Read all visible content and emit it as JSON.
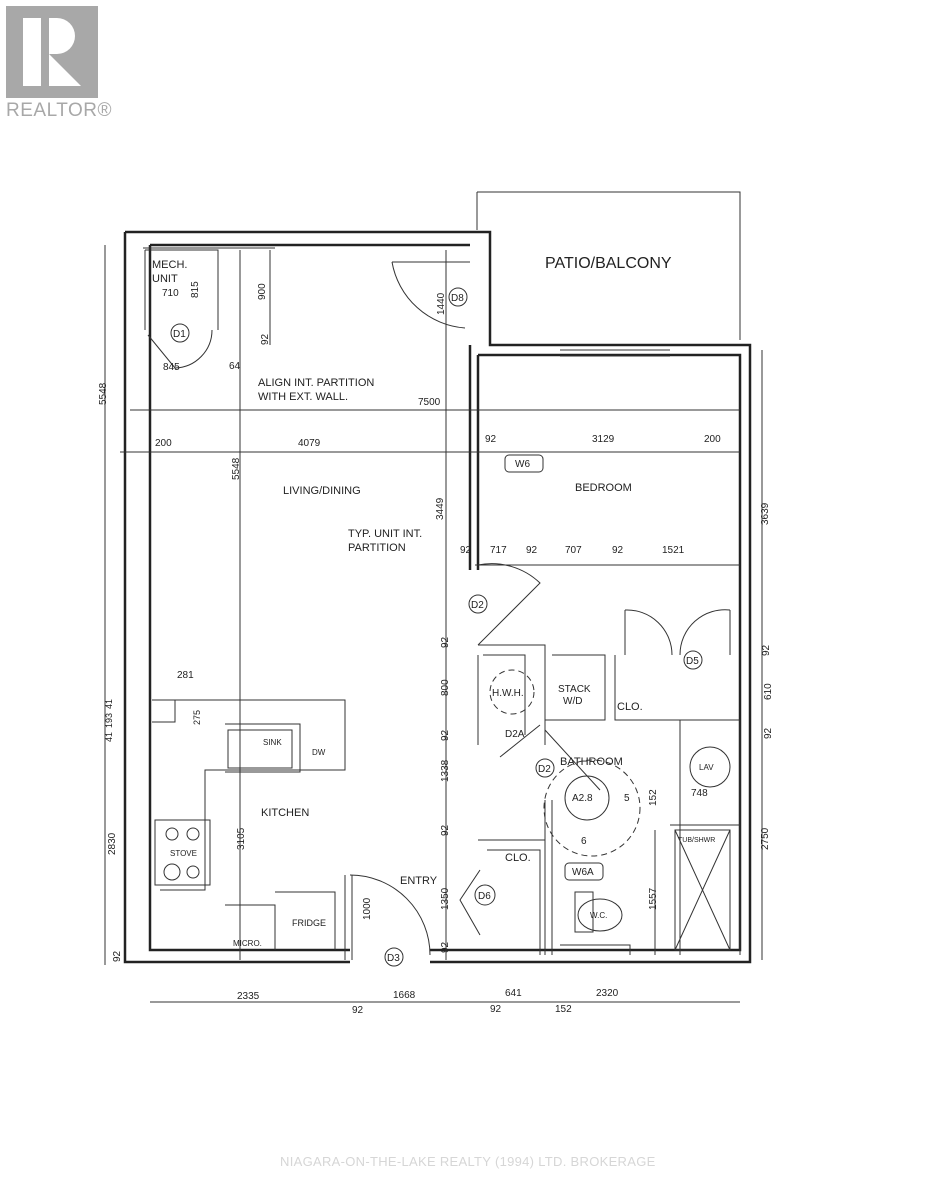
{
  "logo": {
    "text": "REALTOR®"
  },
  "watermark": "NIAGARA-ON-THE-LAKE REALTY (1994) LTD. BROKERAGE",
  "rooms": {
    "patio": "PATIO/BALCONY",
    "living": "LIVING/DINING",
    "bedroom": "BEDROOM",
    "kitchen": "KITCHEN",
    "bathroom": "BATHROOM",
    "entry": "ENTRY",
    "mech1": "MECH.",
    "mech2": "UNIT",
    "clo1": "CLO.",
    "clo2": "CLO."
  },
  "fixtures": {
    "hwh": "H.W.H.",
    "stack1": "STACK",
    "stack2": "W/D",
    "sink": "SINK",
    "dw": "DW",
    "stove": "STOVE",
    "fridge": "FRIDGE",
    "micro": "MICRO.",
    "wc": "W.C.",
    "lav": "LAV",
    "tub": "TUB/SHWR"
  },
  "tags": {
    "d1": "D1",
    "d8": "D8",
    "d2a": "D2",
    "d2b": "D2",
    "d2c": "D2A",
    "d5": "D5",
    "d6": "D6",
    "d3": "D3",
    "w6": "W6",
    "w6a": "W6A",
    "a28": "A2.8",
    "n5": "5",
    "n6": "6"
  },
  "notes": {
    "align1": "ALIGN INT. PARTITION",
    "align2": "WITH EXT. WALL.",
    "typ1": "TYP. UNIT INT.",
    "typ2": "PARTITION"
  },
  "dimensions": [
    "900",
    "92",
    "1440",
    "7500",
    "200",
    "4079",
    "92",
    "3129",
    "200",
    "5548",
    "5548",
    "3449",
    "3639",
    "92",
    "717",
    "92",
    "707",
    "92",
    "1521",
    "92",
    "800",
    "92",
    "1338",
    "92",
    "1350",
    "92",
    "92",
    "610",
    "92",
    "152",
    "748",
    "2750",
    "1557",
    "281",
    "41",
    "193",
    "41",
    "275",
    "3105",
    "2830",
    "1000",
    "92",
    "2335",
    "92",
    "1668",
    "641",
    "92",
    "152",
    "2320",
    "710",
    "815",
    "845",
    "64"
  ]
}
